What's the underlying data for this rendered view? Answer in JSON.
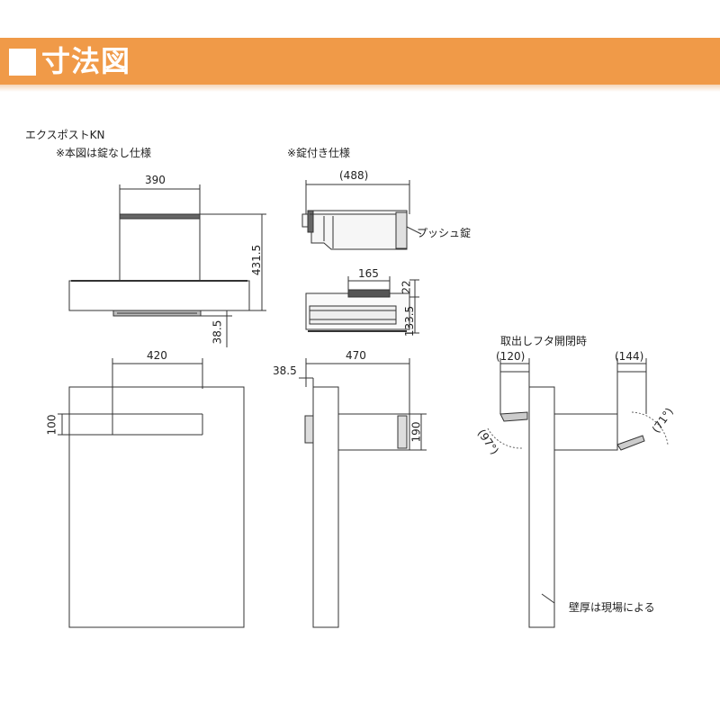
{
  "header": {
    "title": "寸法図",
    "color": "#f09a48"
  },
  "product": {
    "name": "エクスポストKN",
    "note_nolock": "※本図は錠なし仕様",
    "note_lock": "※錠付き仕様",
    "lock_label": "プッシュ錠",
    "open_title": "取出しフタ開閉時",
    "wall_note": "壁厚は現場による"
  },
  "dimensions": {
    "front_width": "390",
    "front_height": "431.5",
    "front_bottom": "38.5",
    "lock_width": "(488)",
    "lock_top_width": "165",
    "lock_top_height": "22",
    "lock_body_height": "133.5",
    "wall_front_width": "420",
    "wall_front_height": "100",
    "side_offset": "38.5",
    "side_depth": "470",
    "side_height": "190",
    "open_left_width": "(120)",
    "open_right_width": "(144)",
    "open_left_angle": "(97°)",
    "open_right_angle": "(71°)"
  }
}
